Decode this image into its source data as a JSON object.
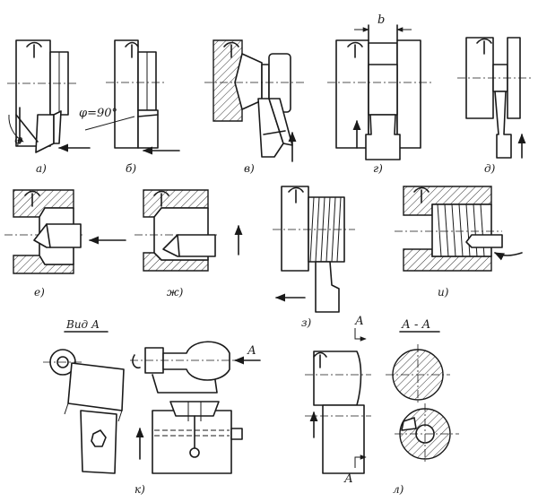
{
  "labels": {
    "a": "а)",
    "b": "б)",
    "v": "в)",
    "g": "г)",
    "d": "д)",
    "e": "е)",
    "zh": "ж)",
    "z": "з)",
    "i": "и)",
    "k": "к)",
    "l": "л)"
  },
  "annotations": {
    "phi": "φ",
    "phi90": "φ=90°",
    "width_b": "b",
    "view_a": "Вид А",
    "arrow_a": "А",
    "section_aa": "А - А"
  }
}
